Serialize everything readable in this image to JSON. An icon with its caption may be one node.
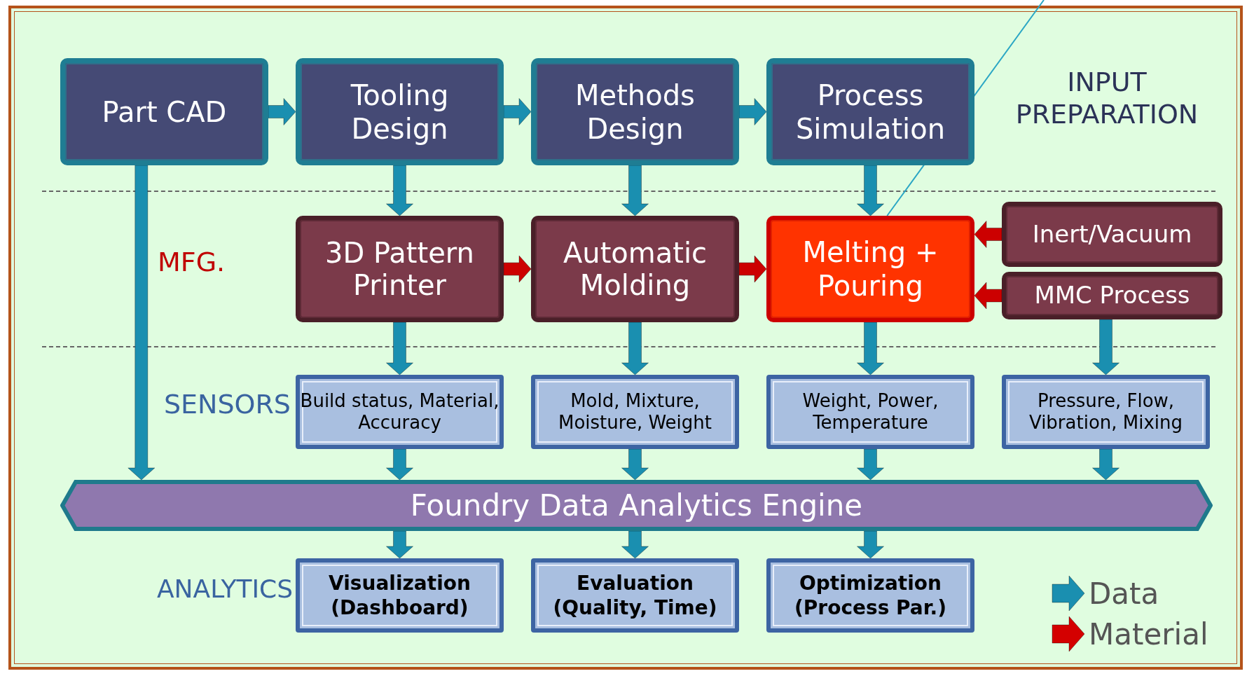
{
  "diagram": {
    "nodes": [
      {
        "text": [
          "Part CAD"
        ]
      },
      {
        "text": [
          "Tooling Design"
        ]
      },
      {
        "text": [
          "Methods Design"
        ]
      },
      {
        "text": [
          "Process Simulation"
        ]
      },
      {
        "text": [
          "3D Pattern Printer"
        ]
      },
      {
        "text": [
          "Automatic Molding"
        ]
      },
      {
        "text": [
          "Melting + Pouring"
        ]
      },
      {
        "text": [
          "Inert/Vacuum"
        ]
      },
      {
        "text": [
          "MMC Process"
        ]
      },
      {
        "text": [
          "Build status, Material, Accuracy"
        ]
      },
      {
        "text": [
          "Mold, Mixture, Moisture, Weight"
        ]
      },
      {
        "text": [
          "Weight, Power, Temperature"
        ]
      },
      {
        "text": [
          "Pressure, Flow, Vibration, Mixing"
        ]
      },
      {
        "text": [
          "Foundry Data Analytics Engine"
        ]
      },
      {
        "text": [
          "Visualization (Dashboard)"
        ]
      },
      {
        "text": [
          "Evaluation (Quality, Time)"
        ]
      },
      {
        "text": [
          "Optimization (Process Par.)"
        ]
      }
    ],
    "edges": [
      {
        "from": 0,
        "to": 1,
        "arrow": "to"
      },
      {
        "from": 1,
        "to": 2,
        "arrow": "to"
      },
      {
        "from": 2,
        "to": 3,
        "arrow": "to"
      },
      {
        "from": 0,
        "to": 13,
        "arrow": "to"
      },
      {
        "from": 1,
        "to": 4,
        "arrow": "to"
      },
      {
        "from": 2,
        "to": 5,
        "arrow": "to"
      },
      {
        "from": 3,
        "to": 6,
        "arrow": "to"
      },
      {
        "from": 4,
        "to": 5,
        "arrow": "to",
        "color": "#cc0000"
      },
      {
        "from": 5,
        "to": 6,
        "arrow": "to",
        "color": "#cc0000"
      },
      {
        "from": 7,
        "to": 6,
        "arrow": "to",
        "color": "#cc0000"
      },
      {
        "from": 8,
        "to": 6,
        "arrow": "to",
        "color": "#cc0000"
      },
      {
        "from": 4,
        "to": 9,
        "arrow": "to"
      },
      {
        "from": 5,
        "to": 10,
        "arrow": "to"
      },
      {
        "from": 6,
        "to": 11,
        "arrow": "to"
      },
      {
        "from": 8,
        "to": 12,
        "arrow": "to"
      },
      {
        "from": 9,
        "to": 13,
        "arrow": "to"
      },
      {
        "from": 10,
        "to": 13,
        "arrow": "to"
      },
      {
        "from": 11,
        "to": 13,
        "arrow": "to"
      },
      {
        "from": 12,
        "to": 13,
        "arrow": "to"
      },
      {
        "from": 13,
        "to": 14,
        "arrow": "to"
      },
      {
        "from": 13,
        "to": 15,
        "arrow": "to"
      },
      {
        "from": 13,
        "to": 16,
        "arrow": "to"
      },
      {
        "from": null,
        "to": 6,
        "arrow": "none",
        "color": "#2aa6c4"
      }
    ],
    "labels": [
      "INPUT PREPARATION",
      "MFG.",
      "SENSORS",
      "ANALYTICS"
    ],
    "legend": [
      {
        "text": "Data"
      },
      {
        "text": "Material"
      }
    ]
  }
}
